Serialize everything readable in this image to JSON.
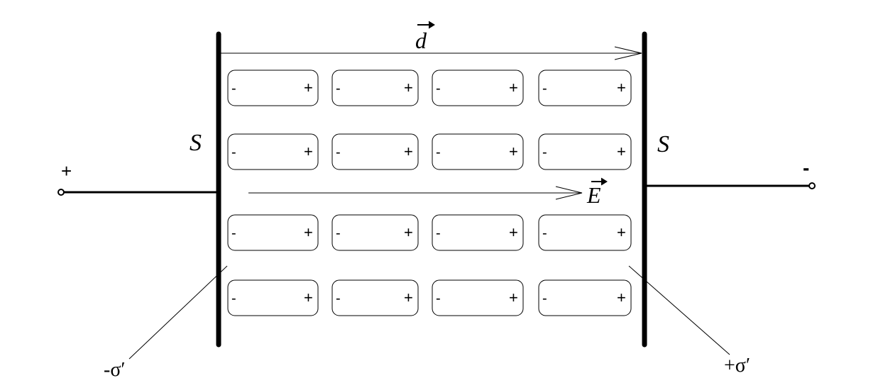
{
  "labels": {
    "d": "d",
    "E": "E",
    "S_left": "S",
    "S_right": "S",
    "plus_terminal": "+",
    "minus_terminal": "-",
    "sigma_left": "-σ′",
    "sigma_right": "+σ′"
  },
  "dipole": {
    "neg": "-",
    "pos": "+"
  },
  "dipole_grid": {
    "rows": 4,
    "cols": 4
  }
}
